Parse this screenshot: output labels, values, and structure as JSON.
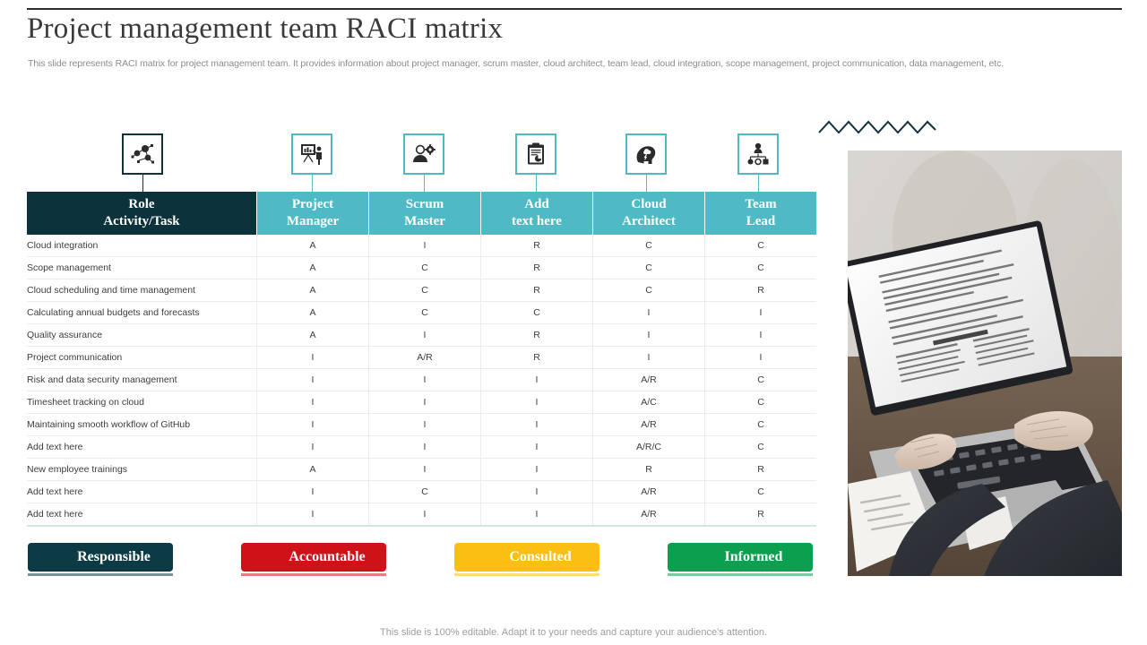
{
  "header": {
    "title": "Project management team RACI matrix",
    "subtitle": "This slide represents RACI matrix for project management team. It provides information about project manager, scrum master, cloud architect, team lead, cloud integration, scope management, project communication, data management, etc."
  },
  "icons": [
    {
      "name": "network-diagram-icon",
      "style": "dark"
    },
    {
      "name": "presentation-board-icon",
      "style": "teal"
    },
    {
      "name": "person-gear-icon",
      "style": "teal"
    },
    {
      "name": "clipboard-report-icon",
      "style": "teal"
    },
    {
      "name": "head-cloud-icon",
      "style": "teal"
    },
    {
      "name": "team-org-chart-icon",
      "style": "teal"
    }
  ],
  "table": {
    "role_header_line1": "Role",
    "role_header_line2": "Activity/Task",
    "columns": [
      {
        "line1": "Project",
        "line2": "Manager"
      },
      {
        "line1": "Scrum",
        "line2": "Master"
      },
      {
        "line1": "Add",
        "line2": "text here"
      },
      {
        "line1": "Cloud",
        "line2": "Architect"
      },
      {
        "line1": "Team",
        "line2": "Lead"
      }
    ],
    "rows": [
      {
        "activity": "Cloud integration",
        "values": [
          "A",
          "I",
          "R",
          "C",
          "C"
        ]
      },
      {
        "activity": "Scope management",
        "values": [
          "A",
          "C",
          "R",
          "C",
          "C"
        ]
      },
      {
        "activity": "Cloud scheduling and time management",
        "values": [
          "A",
          "C",
          "R",
          "C",
          "R"
        ]
      },
      {
        "activity": "Calculating annual budgets and forecasts",
        "values": [
          "A",
          "C",
          "C",
          "I",
          "I"
        ]
      },
      {
        "activity": "Quality  assurance",
        "values": [
          "A",
          "I",
          "R",
          "I",
          "I"
        ]
      },
      {
        "activity": "Project communication",
        "values": [
          "I",
          "A/R",
          "R",
          "I",
          "I"
        ]
      },
      {
        "activity": "Risk and data security management",
        "values": [
          "I",
          "I",
          "I",
          "A/R",
          "C"
        ]
      },
      {
        "activity": "Timesheet tracking on cloud",
        "values": [
          "I",
          "I",
          "I",
          "A/C",
          "C"
        ]
      },
      {
        "activity": "Maintaining smooth workflow of GitHub",
        "values": [
          "I",
          "I",
          "I",
          "A/R",
          "C"
        ]
      },
      {
        "activity": "Add text here",
        "values": [
          "I",
          "I",
          "I",
          "A/R/C",
          "C"
        ]
      },
      {
        "activity": "New employee trainings",
        "values": [
          "A",
          "I",
          "I",
          "R",
          "R"
        ]
      },
      {
        "activity": "Add text here",
        "values": [
          "I",
          "C",
          "I",
          "A/R",
          "C"
        ]
      },
      {
        "activity": "Add text here",
        "values": [
          "I",
          "I",
          "I",
          "A/R",
          "R"
        ]
      }
    ]
  },
  "legend": [
    {
      "label": "Responsible",
      "color": "#0d3b45"
    },
    {
      "label": "Accountable",
      "color": "#ce1218"
    },
    {
      "label": "Consulted",
      "color": "#fbbf13"
    },
    {
      "label": "Informed",
      "color": "#0aa050"
    }
  ],
  "colors": {
    "header_dark": "#0c333b",
    "header_teal": "#4fbac5",
    "accent_red": "#b5131c",
    "accent_yellow": "#f0bc2a",
    "accent_green": "#1f9d52",
    "accent_blue": "#5bbdd6",
    "zigzag": "#12303f"
  },
  "photo": {
    "name": "person-typing-on-laptop-photo"
  },
  "footer": {
    "note": "This slide is 100% editable. Adapt it to your needs and capture your audience's attention."
  }
}
